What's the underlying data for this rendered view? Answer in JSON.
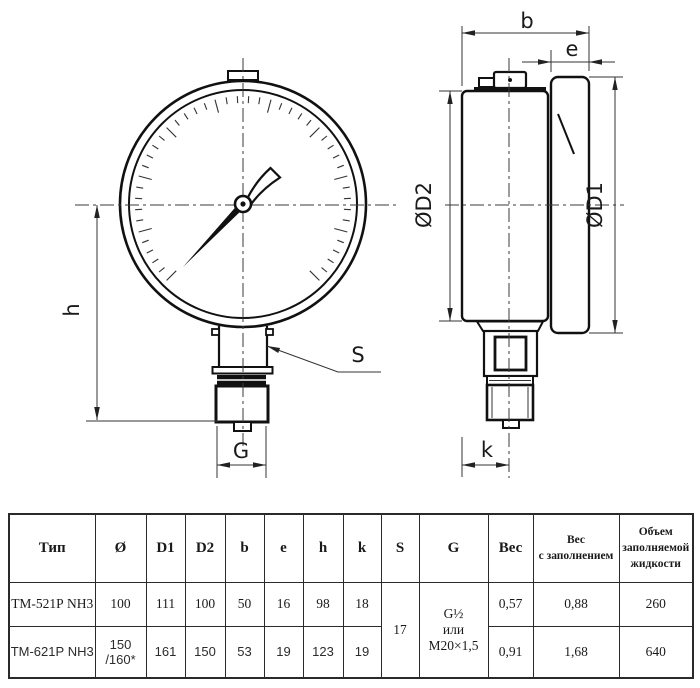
{
  "colors": {
    "ink": "#1a1a1a",
    "thin_line": "#333333",
    "background": "#ffffff"
  },
  "drawing": {
    "front_view": {
      "labels": {
        "h": "h",
        "g": "G",
        "s": "S"
      }
    },
    "side_view": {
      "labels": {
        "b": "b",
        "e": "e",
        "d1": "ØD1",
        "d2": "ØD2",
        "k": "k"
      }
    }
  },
  "table": {
    "headers": {
      "type": "Тип",
      "diameter": "Ø",
      "d1": "D1",
      "d2": "D2",
      "b": "b",
      "e": "e",
      "h": "h",
      "k": "k",
      "s": "S",
      "g": "G",
      "weight": "Вес",
      "weight_filled": "Вес\nс заполнением",
      "volume": "Объем\nзаполняемой\nжидкости"
    },
    "rows": [
      {
        "type": "ТМ-521Р NH3",
        "diameter": "100",
        "d1": "111",
        "d2": "100",
        "b": "50",
        "e": "16",
        "h": "98",
        "k": "18",
        "weight": "0,57",
        "weight_filled": "0,88",
        "volume": "260"
      },
      {
        "type": "ТМ-621Р NH3",
        "diameter": "150\n/160*",
        "d1": "161",
        "d2": "150",
        "b": "53",
        "e": "19",
        "h": "123",
        "k": "19",
        "weight": "0,91",
        "weight_filled": "1,68",
        "volume": "640"
      }
    ],
    "merged": {
      "s": "17",
      "g": "G½\nили\nM20×1,5"
    }
  }
}
